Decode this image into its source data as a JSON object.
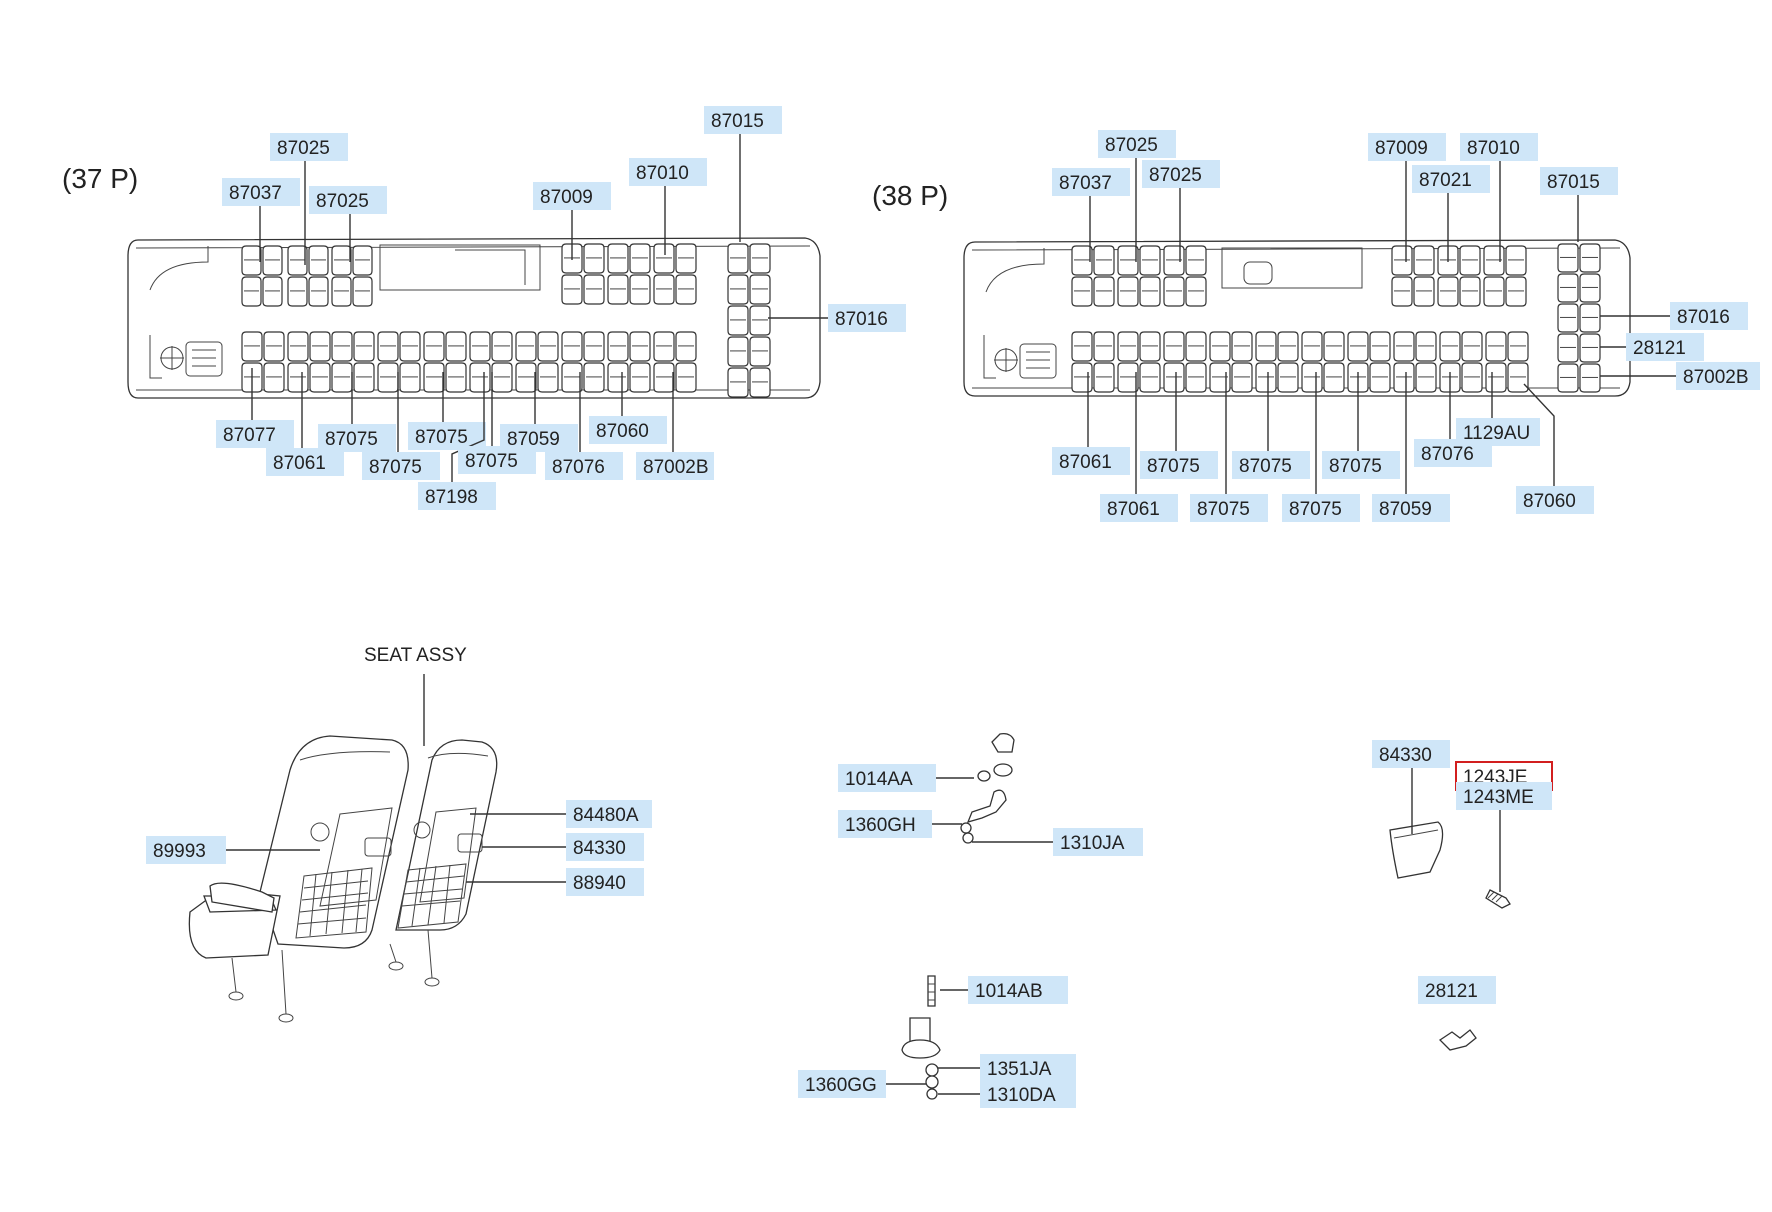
{
  "diagram": {
    "layout_37": {
      "label": "(37 P)",
      "callouts": [
        "87025",
        "87037",
        "87025",
        "87009",
        "87010",
        "87015",
        "87016",
        "87077",
        "87061",
        "87075",
        "87075",
        "87075",
        "87198",
        "87075",
        "87059",
        "87076",
        "87060",
        "87002B"
      ]
    },
    "layout_38": {
      "label": "(38 P)",
      "callouts": [
        "87025",
        "87037",
        "87025",
        "87009",
        "87021",
        "87010",
        "87015",
        "87016",
        "28121",
        "87002B",
        "87061",
        "87061",
        "87075",
        "87075",
        "87075",
        "87075",
        "87075",
        "87059",
        "87076",
        "1129AU",
        "87060"
      ]
    },
    "seat_assy": {
      "label": "SEAT ASSY",
      "callouts": [
        "89993",
        "84480A",
        "84330",
        "88940"
      ]
    },
    "bracket_upper": {
      "callouts": [
        "1014AA",
        "1360GH",
        "1310JA"
      ]
    },
    "bracket_lower": {
      "callouts": [
        "1014AB",
        "1360GG",
        "1351JA",
        "1310DA"
      ]
    },
    "pocket": {
      "callouts": [
        "84330",
        "1243JE",
        "1243ME",
        "28121"
      ],
      "highlighted": "1243JE",
      "highlight_color": "#d21f1f"
    },
    "colors": {
      "callout_bg": "#cfe6f8",
      "line": "#333333"
    }
  }
}
